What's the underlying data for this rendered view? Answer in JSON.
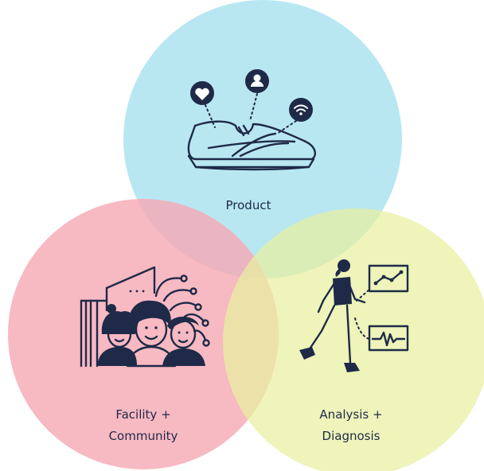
{
  "diagram": {
    "circles": [
      {
        "id": "product",
        "label": "Product",
        "color": "#aee4f0"
      },
      {
        "id": "facility",
        "label_line1": "Facility +",
        "label_line2": "Community",
        "color": "#f5a9b5"
      },
      {
        "id": "analysis",
        "label_line1": "Analysis +",
        "label_line2": "Diagnosis",
        "color": "#e7f0a0"
      }
    ],
    "icons": {
      "product": [
        "heart-icon",
        "person-icon",
        "wifi-icon",
        "running-shoe-icon"
      ],
      "facility": [
        "building-icon",
        "network-nodes-icon",
        "people-group-icon"
      ],
      "analysis": [
        "walking-person-icon",
        "line-graph-icon",
        "heartbeat-graph-icon"
      ]
    },
    "ink_color": "#1f2a48"
  }
}
